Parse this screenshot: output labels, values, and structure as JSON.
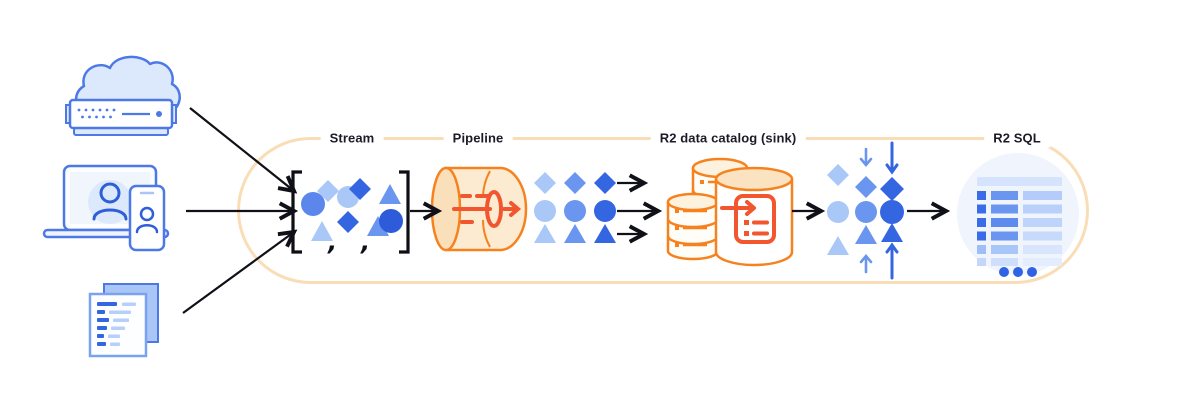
{
  "labels": {
    "stream": "Stream",
    "pipeline": "Pipeline",
    "catalog": "R2 data catalog (sink)",
    "sql": "R2 SQL"
  },
  "stream": {
    "separator": ","
  },
  "icons": {
    "sources": [
      "cloud-server-icon",
      "laptop-phone-icon",
      "documents-icon"
    ],
    "stream": "bracketed-records-icon",
    "pipeline": "pipeline-tube-icon",
    "catalog": "database-cylinders-icon",
    "compaction": "converging-shapes-icon",
    "sql": "results-table-icon"
  },
  "colors": {
    "container_outline": "#F9DDB6",
    "orange": "#F6821F",
    "red_orange": "#F1562F",
    "cream_fill": "#FBE3C1",
    "blue_outline": "#4D79E6",
    "blue_light": "#A9C7F7",
    "blue_medium": "#6B96EF",
    "blue_dark": "#3566E2",
    "arrow_black": "#101018",
    "label_text": "#1C1C28"
  }
}
